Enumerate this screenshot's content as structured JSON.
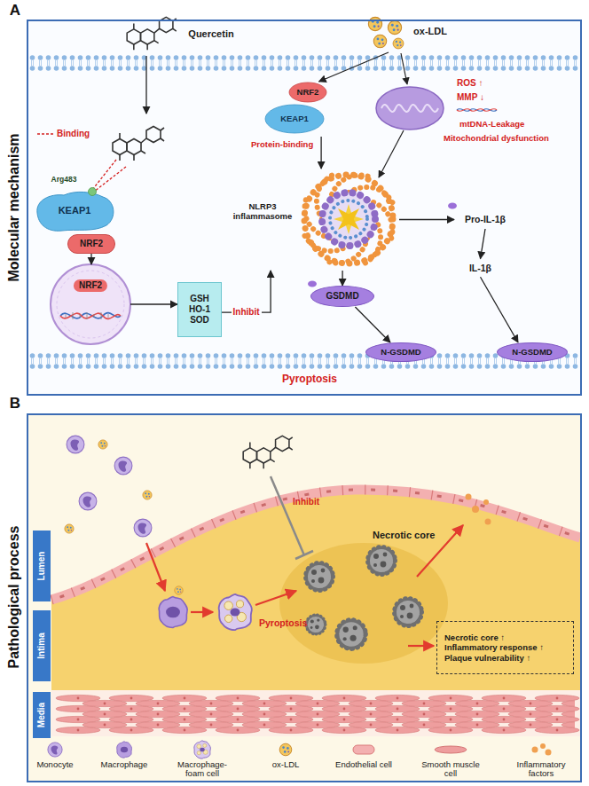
{
  "diagram": {
    "nodes": [
      {
        "text": [
          "A",
          "Molecular mechanism"
        ]
      },
      {
        "text": [
          "Quercetin"
        ],
        "in": 0
      },
      {
        "text": [
          "ox-LDL"
        ],
        "in": 0
      },
      {
        "text": [
          "Arg483",
          "KEAP1"
        ],
        "in": 0
      },
      {
        "text": [
          "NRF2"
        ],
        "in": 0
      },
      {
        "text": [
          "NRF2"
        ],
        "in": 0
      },
      {
        "text": [
          "GSH",
          "HO-1",
          "SOD"
        ],
        "in": 0
      },
      {
        "text": [
          "NRF2",
          "KEAP1"
        ],
        "in": 0
      },
      {
        "text": [
          "NLRP3 inflammasome"
        ],
        "in": 0
      },
      {
        "text": [
          "Pro-IL-1β"
        ],
        "in": 0
      },
      {
        "text": [
          "IL-1β"
        ],
        "in": 0
      },
      {
        "text": [
          "GSDMD"
        ],
        "in": 0
      },
      {
        "text": [
          "N-GSDMD"
        ],
        "in": 0
      },
      {
        "text": [
          "N-GSDMD"
        ],
        "in": 0
      },
      {
        "text": [
          "B",
          "Pathological process"
        ]
      },
      {
        "text": [
          "Lumen"
        ],
        "in": 14
      },
      {
        "text": [
          "Intima"
        ],
        "in": 14
      },
      {
        "text": [
          "Media"
        ],
        "in": 14
      },
      {
        "text": [
          "Necrotic core ↑",
          "Inflammatory response ↑",
          "Plaque vulnerability ↑"
        ],
        "in": 14
      }
    ],
    "edges": [
      {
        "from": 1,
        "to": 3,
        "arrow": "to"
      },
      {
        "from": 2,
        "to": 7,
        "arrow": "to"
      },
      {
        "from": 7,
        "to": 8,
        "arrow": "to"
      },
      {
        "from": 8,
        "to": 9,
        "arrow": "to"
      },
      {
        "from": 9,
        "to": 10,
        "arrow": "to"
      },
      {
        "from": 8,
        "to": 11,
        "arrow": "to"
      },
      {
        "from": 11,
        "to": 12,
        "arrow": "to"
      },
      {
        "from": 10,
        "to": 13,
        "arrow": "to"
      },
      {
        "from": 4,
        "to": 5,
        "arrow": "to"
      },
      {
        "from": 5,
        "to": 6,
        "arrow": "to"
      },
      {
        "from": 6,
        "to": 8,
        "label": "Inhibit",
        "arrow": "to"
      }
    ],
    "labels": [
      "Binding",
      "Protein-binding",
      "ROS ↑",
      "MMP ↓",
      "mtDNA-Leakage",
      "Mitochondrial dysfunction",
      "Pyroptosis",
      "Inhibit",
      "Necrotic core",
      "Pyroptosis"
    ],
    "legend": [
      {
        "text": "Monocyte"
      },
      {
        "text": "Macrophage"
      },
      {
        "text": "Macrophage-foam cell"
      },
      {
        "text": "ox-LDL"
      },
      {
        "text": "Endothelial cell"
      },
      {
        "text": "Smooth muscle cell"
      },
      {
        "text": "Inflammatory factors"
      }
    ]
  }
}
